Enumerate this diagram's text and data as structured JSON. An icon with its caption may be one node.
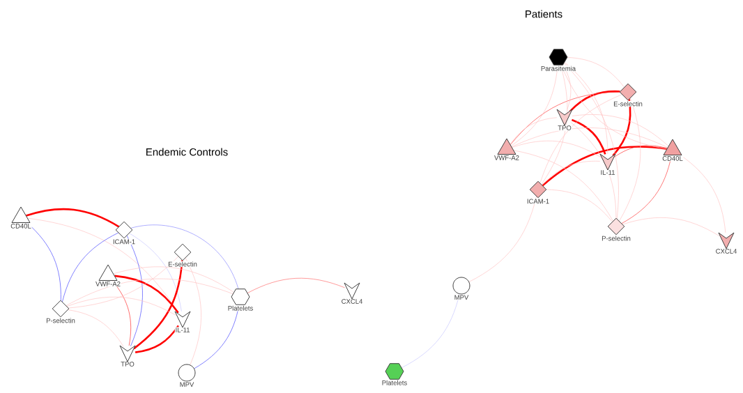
{
  "diagram": {
    "nodes": [
      {
        "text": [
          "CD40L"
        ]
      },
      {
        "text": [
          "ICAM-1"
        ]
      },
      {
        "text": [
          "E-selectin"
        ]
      },
      {
        "text": [
          "VWF-A2"
        ]
      },
      {
        "text": [
          "P-selectin"
        ]
      },
      {
        "text": [
          "Platelets"
        ]
      },
      {
        "text": [
          "CXCL4"
        ]
      },
      {
        "text": [
          "IL-11"
        ]
      },
      {
        "text": [
          "TPO"
        ]
      },
      {
        "text": [
          "MPV"
        ]
      },
      {
        "text": [
          "Parasitemia"
        ]
      },
      {
        "text": [
          "E-selectin"
        ]
      },
      {
        "text": [
          "TPO"
        ]
      },
      {
        "text": [
          "VWF-A2"
        ]
      },
      {
        "text": [
          "CD40L"
        ]
      },
      {
        "text": [
          "IL-11"
        ]
      },
      {
        "text": [
          "ICAM-1"
        ]
      },
      {
        "text": [
          "P-selectin"
        ]
      },
      {
        "text": [
          "CXCL4"
        ]
      },
      {
        "text": [
          "MPV"
        ]
      },
      {
        "text": [
          "Platelets"
        ]
      }
    ],
    "edges": [
      {
        "from": 0,
        "to": 1,
        "arrow": "none",
        "style": "thick",
        "color": "#ff0000"
      },
      {
        "from": 0,
        "to": 4,
        "arrow": "none",
        "color": "#4b4bff"
      },
      {
        "from": 0,
        "to": 7,
        "arrow": "none"
      },
      {
        "from": 1,
        "to": 4,
        "arrow": "none",
        "color": "#4b4bff"
      },
      {
        "from": 1,
        "to": 8,
        "arrow": "none",
        "color": "#4b4bff"
      },
      {
        "from": 1,
        "to": 7,
        "arrow": "none",
        "color": "#c8c8ff"
      },
      {
        "from": 1,
        "to": 5,
        "arrow": "none",
        "color": "#8c8cff"
      },
      {
        "from": 3,
        "to": 7,
        "arrow": "none",
        "style": "thick",
        "color": "#ff0000"
      },
      {
        "from": 2,
        "to": 8,
        "arrow": "none",
        "style": "thick",
        "color": "#ff0000"
      },
      {
        "from": 3,
        "to": 8,
        "arrow": "none",
        "color": "#ff3030"
      },
      {
        "from": 7,
        "to": 8,
        "arrow": "none",
        "style": "thick",
        "color": "#ff0000"
      },
      {
        "from": 4,
        "to": 2,
        "arrow": "none"
      },
      {
        "from": 4,
        "to": 5,
        "arrow": "none"
      },
      {
        "from": 4,
        "to": 8,
        "arrow": "none"
      },
      {
        "from": 4,
        "to": 7,
        "arrow": "none"
      },
      {
        "from": 5,
        "to": 9,
        "arrow": "none",
        "color": "#4b4bff"
      },
      {
        "from": 5,
        "to": 6,
        "arrow": "none",
        "color": "#ff7070"
      },
      {
        "from": 2,
        "to": 9,
        "arrow": "none"
      },
      {
        "from": 3,
        "to": 5,
        "arrow": "none"
      },
      {
        "from": 12,
        "to": 11,
        "arrow": "none",
        "style": "thick",
        "color": "#ff0000"
      },
      {
        "from": 12,
        "to": 15,
        "arrow": "none",
        "style": "thick",
        "color": "#ff0000"
      },
      {
        "from": 11,
        "to": 15,
        "arrow": "none",
        "style": "thick",
        "color": "#ff0000"
      },
      {
        "from": 16,
        "to": 14,
        "arrow": "none",
        "style": "thick",
        "color": "#ff0000"
      },
      {
        "from": 15,
        "to": 14,
        "arrow": "none",
        "color": "#ff3030"
      },
      {
        "from": 13,
        "to": 11,
        "arrow": "none",
        "color": "#ff4040"
      },
      {
        "from": 14,
        "to": 17,
        "arrow": "none",
        "color": "#ff4040"
      },
      {
        "from": 16,
        "to": 15,
        "arrow": "none"
      },
      {
        "from": 10,
        "to": 13,
        "arrow": "none"
      },
      {
        "from": 10,
        "to": 16,
        "arrow": "none"
      },
      {
        "from": 10,
        "to": 12,
        "arrow": "none"
      },
      {
        "from": 10,
        "to": 15,
        "arrow": "none"
      },
      {
        "from": 10,
        "to": 17,
        "arrow": "none"
      },
      {
        "from": 10,
        "to": 14,
        "arrow": "none"
      },
      {
        "from": 10,
        "to": 11,
        "arrow": "none"
      },
      {
        "from": 13,
        "to": 12,
        "arrow": "none"
      },
      {
        "from": 13,
        "to": 14,
        "arrow": "none"
      },
      {
        "from": 13,
        "to": 15,
        "arrow": "none"
      },
      {
        "from": 13,
        "to": 17,
        "arrow": "none"
      },
      {
        "from": 12,
        "to": 17,
        "arrow": "none"
      },
      {
        "from": 12,
        "to": 14,
        "arrow": "none"
      },
      {
        "from": 11,
        "to": 17,
        "arrow": "none"
      },
      {
        "from": 14,
        "to": 18,
        "arrow": "none"
      },
      {
        "from": 16,
        "to": 17,
        "arrow": "none"
      },
      {
        "from": 16,
        "to": 19,
        "arrow": "none"
      },
      {
        "from": 17,
        "to": 18,
        "arrow": "none"
      },
      {
        "from": 16,
        "to": 11,
        "arrow": "none"
      },
      {
        "from": 19,
        "to": 20,
        "arrow": "none",
        "color": "#c8c8ff"
      }
    ],
    "labels": [
      "Endemic Controls",
      "Patients"
    ]
  }
}
